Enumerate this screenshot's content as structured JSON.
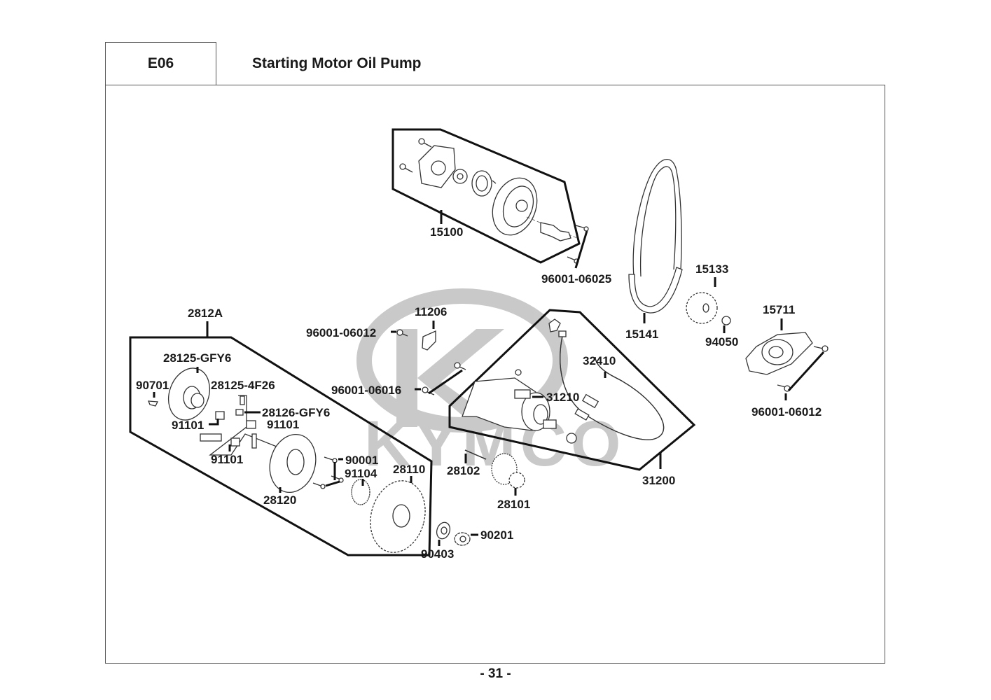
{
  "header": {
    "section_code": "E06",
    "title": "Starting Motor  Oil Pump"
  },
  "watermark": {
    "brand": "KYMCO"
  },
  "parts": {
    "oil_pump_assy": "15100",
    "oil_pump_bolt": "96001-06025",
    "oil_pump_chain": "15141",
    "oil_pump_sprocket": "15133",
    "sprocket_nut": "94050",
    "pump_cover": "15711",
    "pump_cover_bolt": "96001-06012",
    "bracket": "11206",
    "bracket_bolt": "96001-06012",
    "motor_bolt": "96001-06016",
    "cable": "32410",
    "motor": "31210",
    "motor_assy": "31200",
    "idle_shaft": "28102",
    "idle_gear": "28101",
    "starter_clutch_assy": "2812A",
    "clutch_outer_a": "28125-GFY6",
    "key": "90701",
    "spring": "28125-4F26",
    "clutch_cap": "28126-GFY6",
    "roller_1": "91101",
    "roller_2": "91101",
    "roller_3": "91101",
    "clutch_outer": "28120",
    "clutch_bolt": "90001",
    "needle_bearing": "91104",
    "driven_gear": "28110",
    "washer": "90403",
    "nut": "90201"
  },
  "footer": {
    "page_number": "- 31 -"
  }
}
